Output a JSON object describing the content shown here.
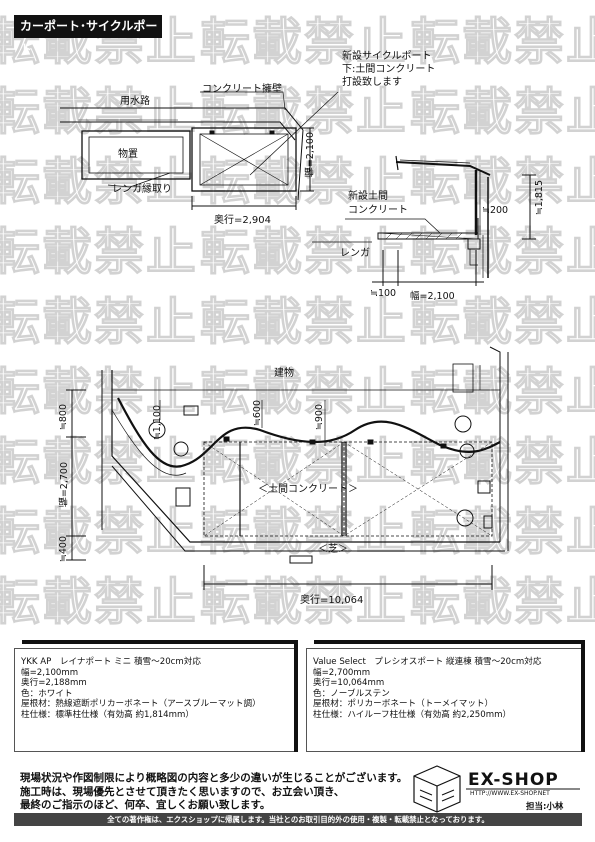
{
  "watermark": "転載禁止",
  "title": "カーポート･サイクルポート",
  "top_plan": {
    "yosuiro": "用水路",
    "concrete_wall": "コンクリート擁壁",
    "monooki": "物置",
    "renga_edge": "レンガ縁取り",
    "width": "幅=2,100",
    "depth": "奥行=2,904",
    "new_cycle": [
      "新設サイクルポート",
      "下:土間コンクリート",
      "打設致します"
    ]
  },
  "section": {
    "new_doma": [
      "新設土間",
      "コンクリート"
    ],
    "renga": "レンガ",
    "dim_200": "≒200",
    "dim_1815": "≒1,815",
    "dim_100": "≒100",
    "width": "幅=2,100"
  },
  "bottom_plan": {
    "building": "建物",
    "dim_1100": "≒1,100",
    "dim_600": "≒600",
    "dim_900": "≒900",
    "dim_800": "≒800",
    "dim_2700": "幅=2,700",
    "dim_400": "≒400",
    "doma": "＜土間コンクリート＞",
    "shiba": "＜芝＞",
    "depth": "奥行=10,064"
  },
  "spec_left": [
    "YKK AP　レイナポート ミニ 積雪～20cm対応",
    "幅=2,100mm",
    "奥行=2,188mm",
    "色：ホワイト",
    "屋根材：熱線遮断ポリカーボネート（アースブルーマット調）",
    "柱仕様：標準柱仕様（有効高 約1,814mm）"
  ],
  "spec_right": [
    "Value Select　プレシオスポート 縦連棟 積雪～20cm対応",
    "幅=2,700mm",
    "奥行=10,064mm",
    "色：ノーブルステン",
    "屋根材：ポリカーボネート（トーメイマット）",
    "柱仕様：ハイルーフ柱仕様（有効高 約2,250mm）"
  ],
  "notes": [
    "現場状況や作図制限により概略図の内容と多少の違いが生じることがございます。",
    "施工時は、現場優先とさせて頂きたく思いますので、お立会い頂き、",
    "最終のご指示のほど、何卒、宜しくお願い致します。"
  ],
  "logo": {
    "name": "EX-SHOP",
    "url": "HTTP://WWW.EX-SHOP.NET"
  },
  "person": "担当:小林",
  "footer": "全ての著作権は、エクスショップに帰属します。当社とのお取引目的外の使用・複製・転載禁止となっております。"
}
